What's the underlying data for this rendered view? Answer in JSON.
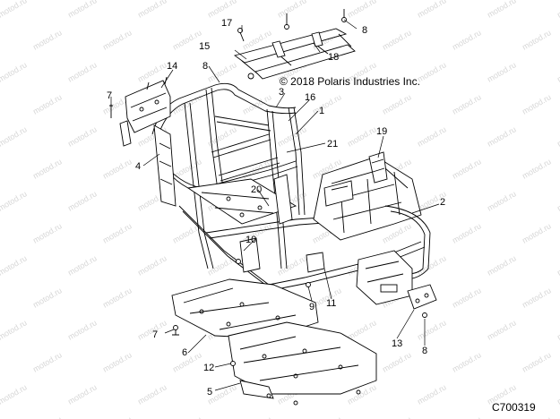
{
  "watermark": "motod.ru",
  "copyright": "© 2018 Polaris Industries Inc.",
  "figure_id": "C700319",
  "callouts": [
    "17",
    "8",
    "15",
    "18",
    "14",
    "8",
    "3",
    "16",
    "7",
    "1",
    "4",
    "21",
    "19",
    "20",
    "2",
    "10",
    "9",
    "11",
    "7",
    "6",
    "13",
    "8",
    "12",
    "5"
  ]
}
